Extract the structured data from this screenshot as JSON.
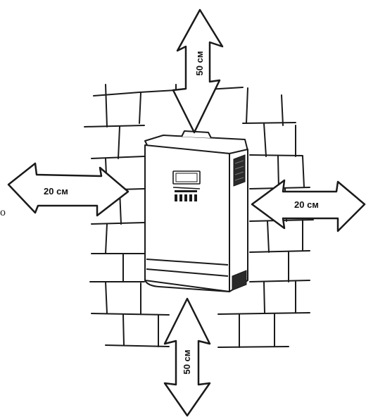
{
  "labels": {
    "top": "50 см",
    "bottom": "50 см",
    "left": "20 см",
    "right": "20 см"
  },
  "stray_char": "o",
  "colors": {
    "line": "#1a1a1a",
    "fill": "#ffffff",
    "vent": "#2a2a2a"
  }
}
